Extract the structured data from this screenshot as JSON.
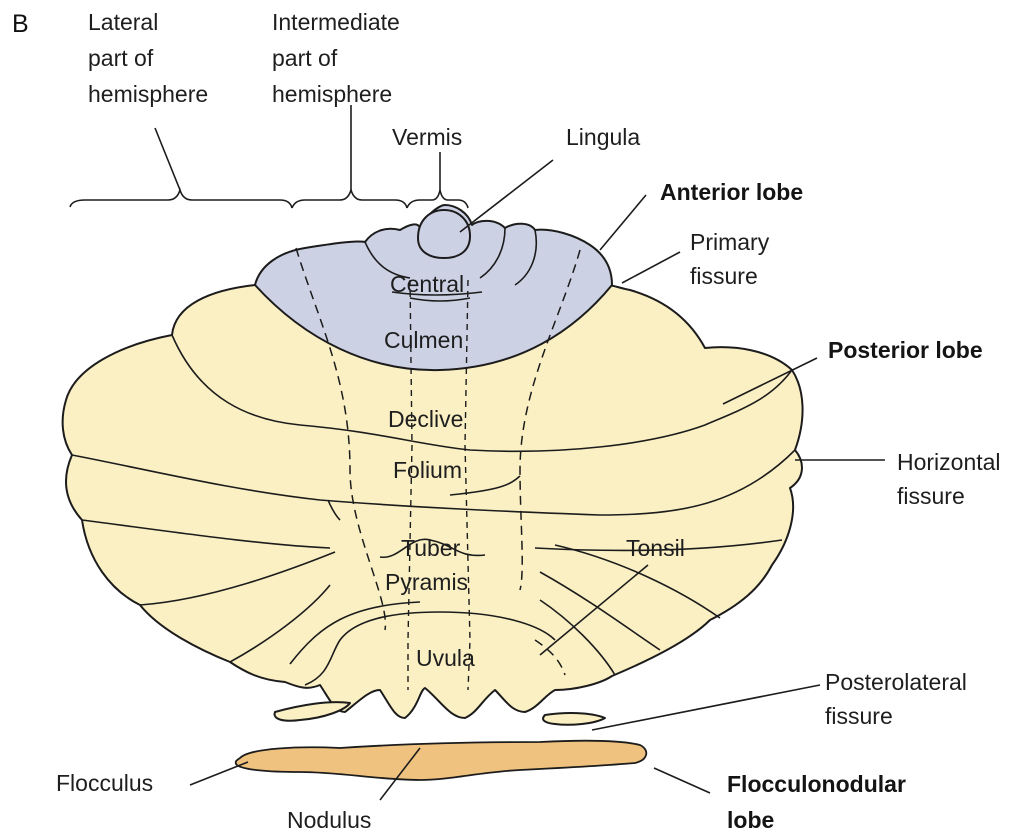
{
  "panel_label": "B",
  "colors": {
    "anterior_fill": "#cdd1e4",
    "posterior_fill": "#fbf0c4",
    "flocculonodular_fill": "#f0c27f",
    "line": "#1c1c1c"
  },
  "top_labels": {
    "lateral": [
      "Lateral",
      "part of",
      "hemisphere"
    ],
    "intermediate": [
      "Intermediate",
      "part of",
      "hemisphere"
    ],
    "vermis": "Vermis"
  },
  "vermis_regions": {
    "lingula": "Lingula",
    "central": "Central",
    "culmen": "Culmen",
    "declive": "Declive",
    "folium": "Folium",
    "tuber": "Tuber",
    "pyramis": "Pyramis",
    "uvula": "Uvula",
    "tonsil": "Tonsil",
    "flocculus": "Flocculus",
    "nodulus": "Nodulus"
  },
  "lobes": {
    "anterior": "Anterior lobe",
    "posterior": "Posterior lobe",
    "flocculonodular": [
      "Flocculonodular",
      "lobe"
    ]
  },
  "fissures": {
    "primary": [
      "Primary",
      "fissure"
    ],
    "horizontal": [
      "Horizontal",
      "fissure"
    ],
    "posterolateral": [
      "Posterolateral",
      "fissure"
    ]
  }
}
